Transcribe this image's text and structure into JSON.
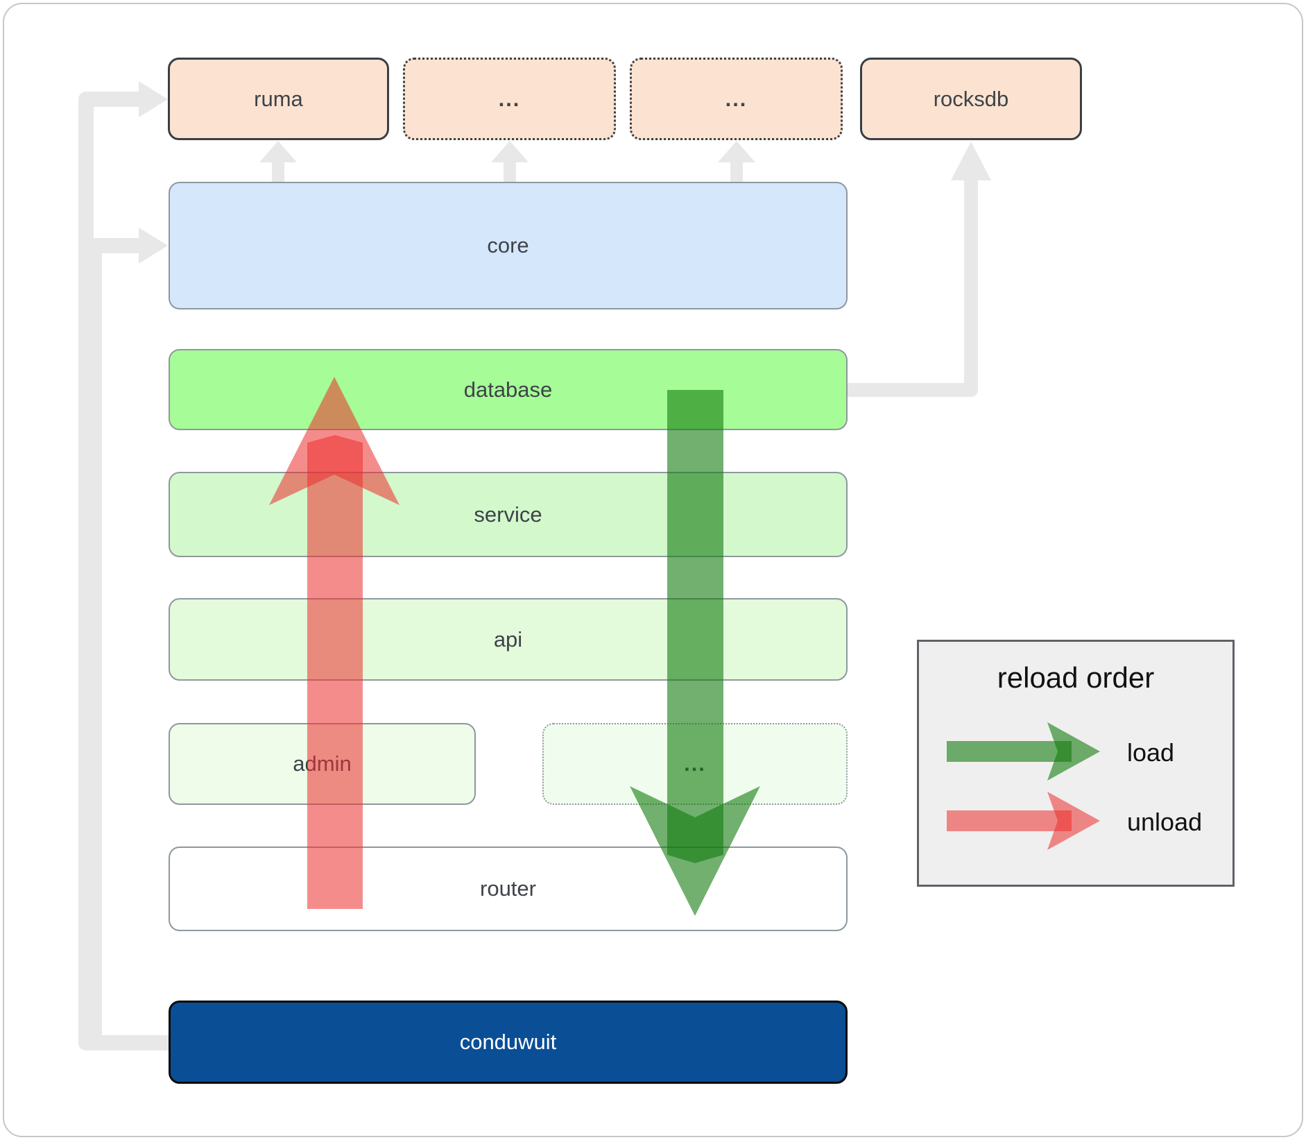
{
  "nodes": {
    "ruma": "ruma",
    "ellipsis1": "...",
    "ellipsis2": "...",
    "rocksdb": "rocksdb",
    "core": "core",
    "database": "database",
    "service": "service",
    "api": "api",
    "admin": "admin",
    "ellipsis3": "...",
    "router": "router",
    "conduwuit": "conduwuit"
  },
  "legend": {
    "title": "reload order",
    "load_label": "load",
    "unload_label": "unload"
  },
  "colors": {
    "page_bg": "#ffffff",
    "frame_border": "#c3c7cb",
    "connector_gray": "#e8e8e8",
    "load_green": "rgba(18,124,13,0.6)",
    "unload_red": "rgba(237,45,45,0.55)",
    "peach_fill": "#fce3d1",
    "peach_border": "#3a3f45",
    "core_blue": "#d4e7fb",
    "database_green": "#a6fc96",
    "service_green": "#d2f8cc",
    "api_green": "#e3fbdb",
    "admin_green": "#eefce9",
    "admin_dotted_green": "#f0fdee",
    "router_white": "#ffffff",
    "row_border": "#8e979e",
    "conduwuit_navy": "#0a4e96",
    "conduwuit_border": "#0b0b0b",
    "label_dark": "#3f4349",
    "legend_bg": "#efefef",
    "legend_border": "#5f6368"
  }
}
